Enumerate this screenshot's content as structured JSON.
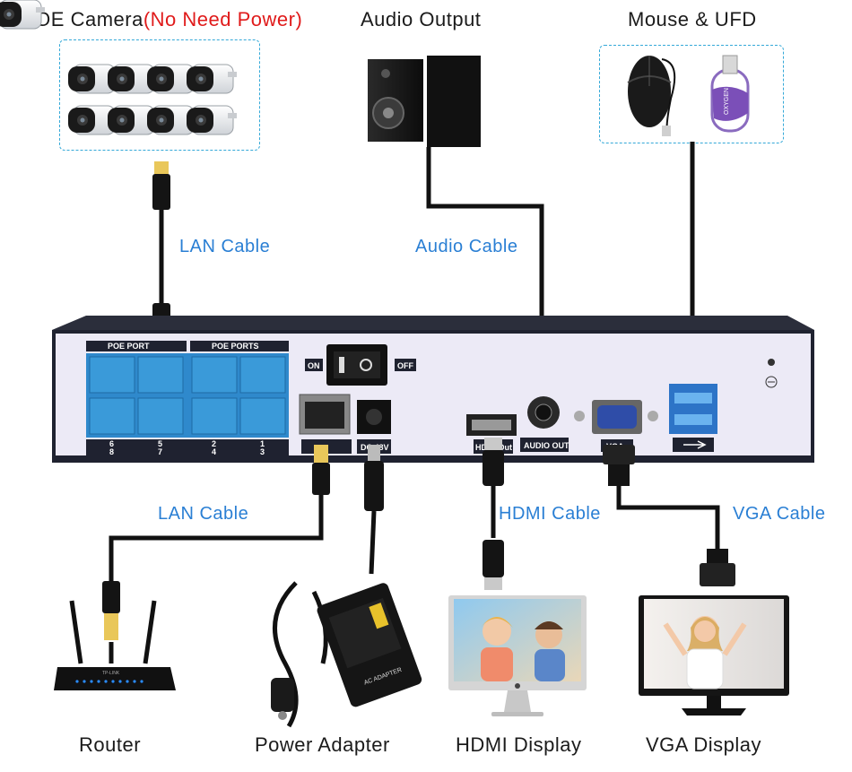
{
  "top": {
    "poe_camera": "POE Camera",
    "poe_camera_note": "(No Need Power)",
    "audio_output": "Audio Output",
    "mouse_ufd": "Mouse & UFD"
  },
  "cables": {
    "lan_top": "LAN Cable",
    "audio": "Audio Cable",
    "lan_bottom": "LAN Cable",
    "hdmi": "HDMI Cable",
    "vga": "VGA Cable"
  },
  "nvr": {
    "poe_port_left": "POE PORT",
    "poe_port_right": "POE PORTS",
    "switch_on": "ON",
    "switch_off": "OFF",
    "hdmi_label": "HDMI Out",
    "audio_label": "AUDIO OUT",
    "vga_label": "VGA",
    "power_label": "DC 48V",
    "port_numbers_top": [
      "6",
      "5",
      "2",
      "1"
    ],
    "port_numbers_bottom": [
      "8",
      "7",
      "4",
      "3"
    ]
  },
  "bottom": {
    "router": "Router",
    "power_adapter": "Power Adapter",
    "hdmi_display": "HDMI Display",
    "vga_display": "VGA Display"
  },
  "devices": {
    "usb_brand": "OXYGEN",
    "adapter_brand": "AC ADAPTER",
    "router_brand": "TP-LINK"
  },
  "colors": {
    "nvr_body": "#1f2230",
    "nvr_panel": "#eceaf6",
    "poe_port_blue": "#3a9ad9",
    "cable": "#111111",
    "label_blue": "#2a7fd4",
    "callout_red": "#e01b1b"
  }
}
